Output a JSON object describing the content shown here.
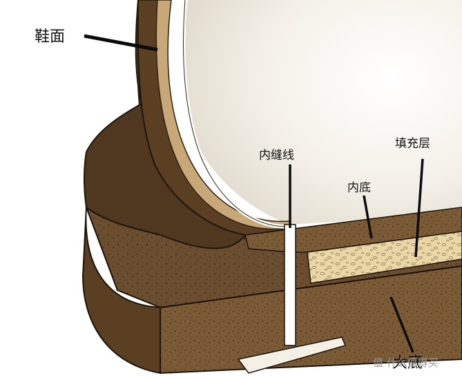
{
  "labels": {
    "upper": "鞋面",
    "inner_stitch": "内缝线",
    "insole": "内底",
    "filler": "填充层",
    "outsole": "大底"
  },
  "watermark": {
    "text": "值 什么值得买"
  },
  "colors": {
    "upper_outer": "#5a3f23",
    "upper_edge": "#2e2114",
    "lining_tan": "#c9a877",
    "outsole_top": "#6a4d2f",
    "outsole_front": "#7a5a37",
    "insole": "#8b6a45",
    "filler": "#e8d6a6",
    "stitch": "#ffffff",
    "foot_interior": "#f2ede3"
  }
}
